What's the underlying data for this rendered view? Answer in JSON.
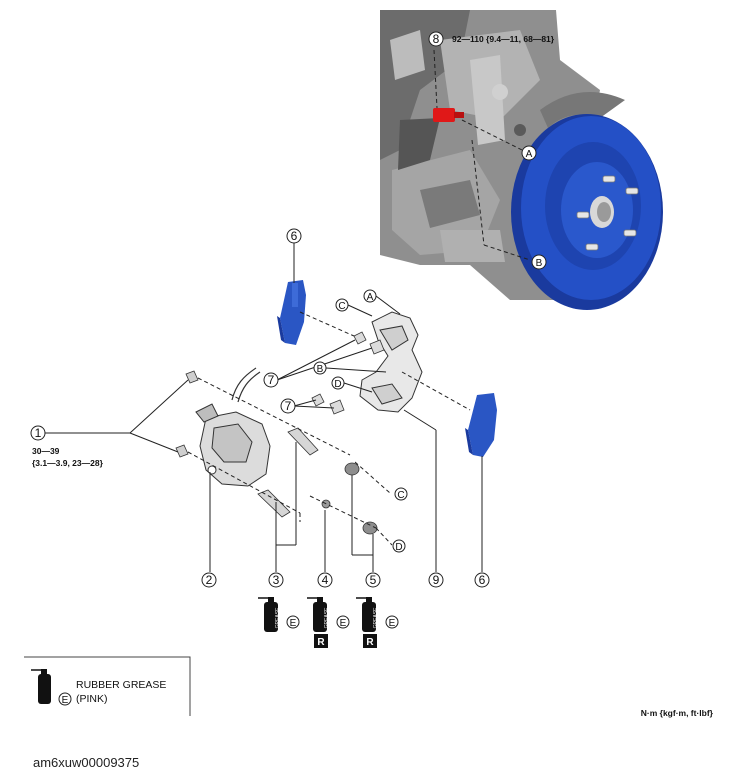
{
  "callouts": {
    "c1": "1",
    "c2": "2",
    "c3": "3",
    "c4": "4",
    "c5": "5",
    "c6a": "6",
    "c6b": "6",
    "c7a": "7",
    "c7b": "7",
    "c8": "8",
    "c9": "9"
  },
  "torque": {
    "bolt_1": [
      "30—39",
      "{3.1—3.9, 23—28}"
    ],
    "bolt_8": "92—110 {9.4—11, 68—81}"
  },
  "reference_letters": {
    "A_top": "A",
    "B_top": "B",
    "A_bracket": "A",
    "B_bracket": "B",
    "C_bracket": "C",
    "D_bracket": "D",
    "C_lower": "C",
    "D_lower": "D"
  },
  "grease_marks": {
    "e3": "E",
    "e4": "E",
    "e5": "E",
    "r4": "R",
    "r5": "R"
  },
  "legend": {
    "symbol": "E",
    "label_line1": "RUBBER GREASE",
    "label_line2": "(PINK)"
  },
  "units": "N·m {kgf·m, ft·lbf}",
  "figure_id": "am6xuw00009375",
  "colors": {
    "rotor_blue": "#1f46b8",
    "pad_blue": "#2a56c4",
    "highlight_red": "#e01818",
    "photo_gray": "#9a9a9a"
  }
}
